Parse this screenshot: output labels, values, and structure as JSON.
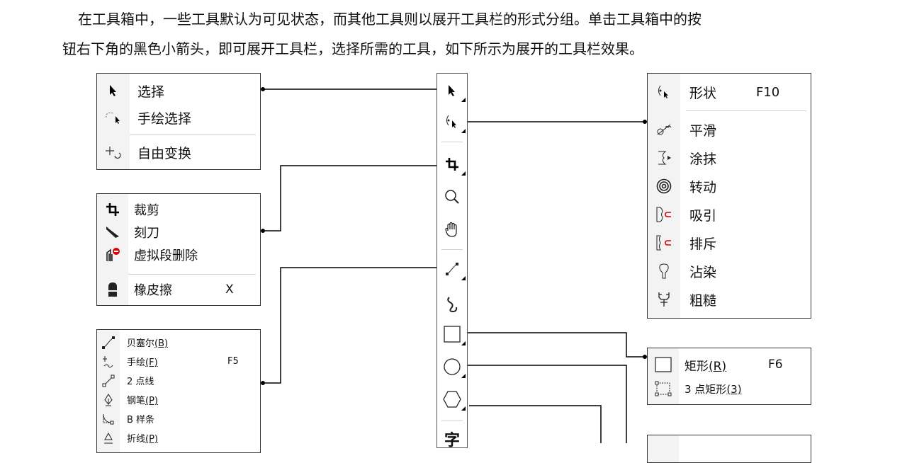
{
  "paragraph": {
    "line1": "在工具箱中，一些工具默认为可见状态，而其他工具则以展开工具栏的形式分组。单击工具箱中的按",
    "line2": "钮右下角的黑色小箭头，即可展开工具栏，选择所需的工具，如下所示为展开的工具栏效果。"
  },
  "pick_flyout": {
    "items": [
      {
        "label": "选择",
        "icon": "pick-arrow-icon"
      },
      {
        "label": "手绘选择",
        "icon": "freehand-pick-icon"
      },
      {
        "label": "自由变换",
        "icon": "free-transform-icon"
      }
    ]
  },
  "crop_flyout": {
    "items": [
      {
        "label": "裁剪",
        "icon": "crop-icon"
      },
      {
        "label": "刻刀",
        "icon": "knife-icon"
      },
      {
        "label": "虚拟段删除",
        "icon": "virtual-segment-delete-icon"
      },
      {
        "label": "橡皮擦",
        "shortcut": "X",
        "icon": "eraser-icon"
      }
    ]
  },
  "curve_flyout": {
    "items": [
      {
        "label": "贝塞尔",
        "accel": "(B)",
        "icon": "bezier-icon"
      },
      {
        "label": "手绘",
        "accel": "(F)",
        "shortcut": "F5",
        "icon": "freehand-icon"
      },
      {
        "label": "2 点线",
        "icon": "two-point-line-icon"
      },
      {
        "label": "钢笔",
        "accel": "(P)",
        "icon": "pen-icon"
      },
      {
        "label": "B 样条",
        "icon": "b-spline-icon"
      },
      {
        "label": "折线",
        "accel": "(P)",
        "icon": "polyline-icon"
      }
    ]
  },
  "shape_flyout": {
    "items": [
      {
        "label": "形状",
        "shortcut": "F10",
        "icon": "shape-icon"
      },
      {
        "label": "平滑",
        "icon": "smooth-icon"
      },
      {
        "label": "涂抹",
        "icon": "smear-icon"
      },
      {
        "label": "转动",
        "icon": "twirl-icon"
      },
      {
        "label": "吸引",
        "icon": "attract-icon"
      },
      {
        "label": "排斥",
        "icon": "repel-icon"
      },
      {
        "label": "沾染",
        "icon": "smudge-icon"
      },
      {
        "label": "粗糙",
        "icon": "roughen-icon"
      }
    ]
  },
  "rect_flyout": {
    "items": [
      {
        "label": "矩形",
        "accel": "(R)",
        "shortcut": "F6",
        "icon": "rectangle-icon"
      },
      {
        "label": "3 点矩形",
        "accel": "(3)",
        "icon": "three-point-rectangle-icon"
      }
    ]
  },
  "toolbox": {
    "tools": [
      "pick-tool",
      "shape-tool",
      "crop-tool",
      "zoom-tool",
      "pan-tool",
      "curve-tool",
      "artistic-media-tool",
      "rectangle-tool",
      "ellipse-tool",
      "polygon-tool",
      "text-tool"
    ],
    "text_tool_glyph": "字"
  }
}
